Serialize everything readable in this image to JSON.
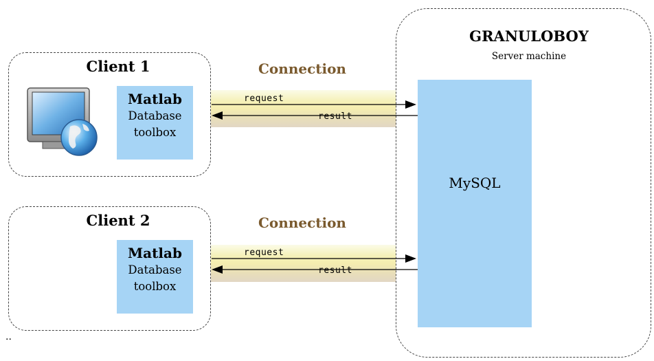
{
  "clients": [
    {
      "title": "Client 1",
      "app_title": "Matlab",
      "app_sub1": "Database",
      "app_sub2": "toolbox",
      "connection_label": "Connection",
      "request_label": "request",
      "result_label": "result"
    },
    {
      "title": "Client 2",
      "app_title": "Matlab",
      "app_sub1": "Database",
      "app_sub2": "toolbox",
      "connection_label": "Connection",
      "request_label": "request",
      "result_label": "result"
    }
  ],
  "server": {
    "title": "GRANULOBOY",
    "subtitle": "Server machine",
    "database": "MySQL"
  },
  "footnote": "..",
  "icons": [
    "computer-globe-icon",
    "computer-globe-icon",
    "server-tower-icon"
  ],
  "colors": {
    "app_box": "#a6d4f5",
    "connection_text": "#7a5a2e",
    "band": "#f5eeb0"
  }
}
